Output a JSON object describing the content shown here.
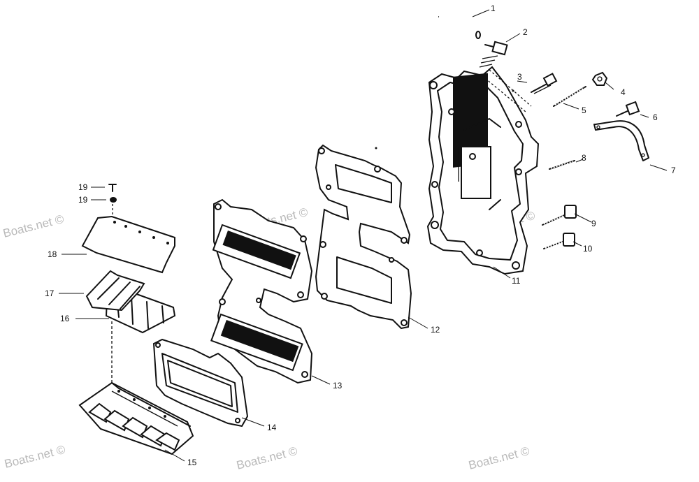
{
  "watermark": "Boats.net ©",
  "callouts": [
    "1",
    "2",
    "3",
    "4",
    "5",
    "6",
    "7",
    "8",
    "9",
    "10",
    "11",
    "12",
    "13",
    "14",
    "15",
    "16",
    "17",
    "18",
    "19",
    "19"
  ]
}
